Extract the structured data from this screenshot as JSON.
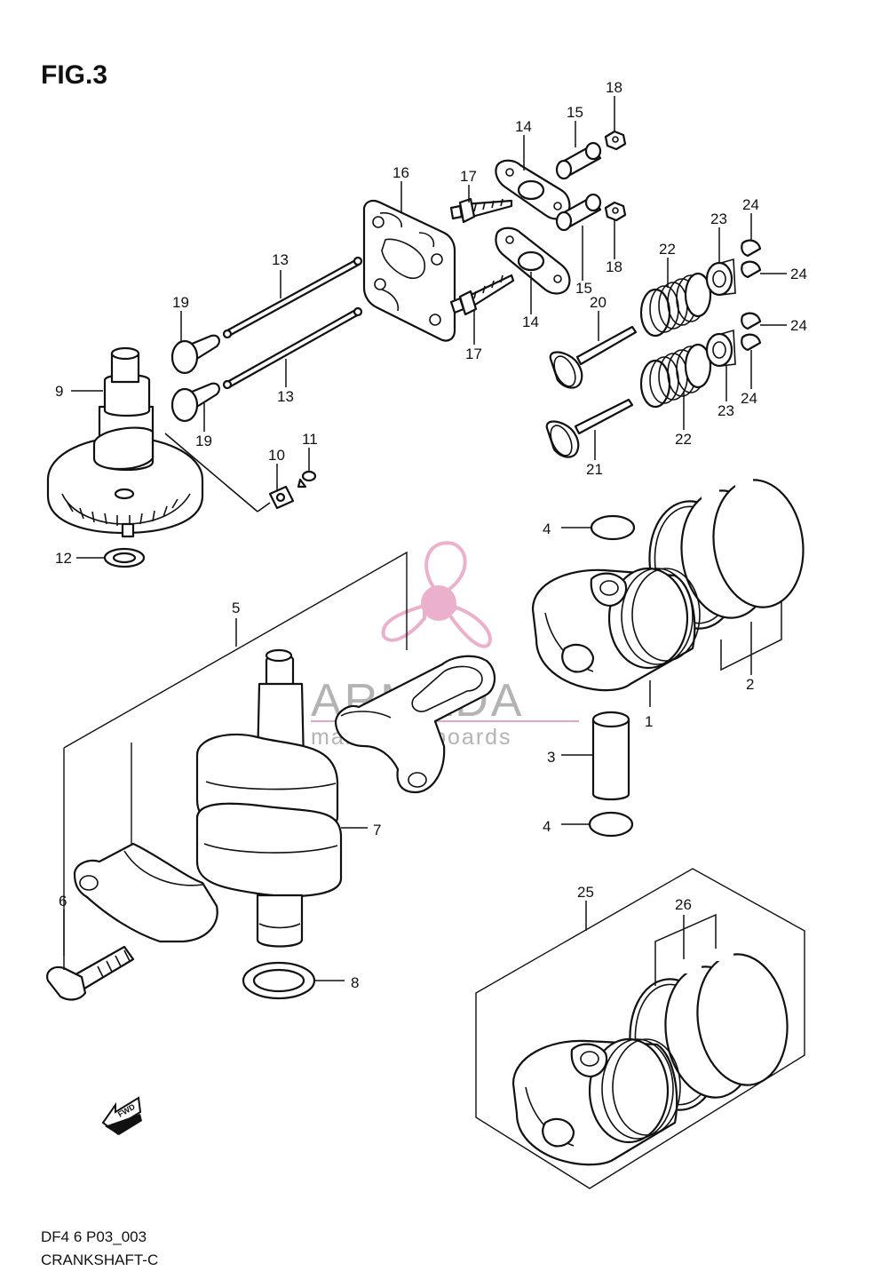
{
  "figure": {
    "title": "FIG.3"
  },
  "footer": {
    "model_code": "DF4 6 P03_003",
    "section_name": "CRANKSHAFT-C"
  },
  "watermark": {
    "brand": "ARMADA",
    "tagline": "marine outboards",
    "colors": {
      "logo": "#e8a4c4",
      "text": "#9a9a9a"
    }
  },
  "fwd_label": "FWD",
  "callouts": [
    {
      "id": "c1",
      "label": "1"
    },
    {
      "id": "c2",
      "label": "2"
    },
    {
      "id": "c3",
      "label": "3"
    },
    {
      "id": "c4a",
      "label": "4"
    },
    {
      "id": "c4b",
      "label": "4"
    },
    {
      "id": "c5",
      "label": "5"
    },
    {
      "id": "c6",
      "label": "6"
    },
    {
      "id": "c7",
      "label": "7"
    },
    {
      "id": "c8",
      "label": "8"
    },
    {
      "id": "c9",
      "label": "9"
    },
    {
      "id": "c10",
      "label": "10"
    },
    {
      "id": "c11",
      "label": "11"
    },
    {
      "id": "c12",
      "label": "12"
    },
    {
      "id": "c13a",
      "label": "13"
    },
    {
      "id": "c13b",
      "label": "13"
    },
    {
      "id": "c14a",
      "label": "14"
    },
    {
      "id": "c14b",
      "label": "14"
    },
    {
      "id": "c15a",
      "label": "15"
    },
    {
      "id": "c15b",
      "label": "15"
    },
    {
      "id": "c16",
      "label": "16"
    },
    {
      "id": "c17a",
      "label": "17"
    },
    {
      "id": "c17b",
      "label": "17"
    },
    {
      "id": "c18a",
      "label": "18"
    },
    {
      "id": "c18b",
      "label": "18"
    },
    {
      "id": "c19a",
      "label": "19"
    },
    {
      "id": "c19b",
      "label": "19"
    },
    {
      "id": "c20",
      "label": "20"
    },
    {
      "id": "c21",
      "label": "21"
    },
    {
      "id": "c22a",
      "label": "22"
    },
    {
      "id": "c22b",
      "label": "22"
    },
    {
      "id": "c23a",
      "label": "23"
    },
    {
      "id": "c23b",
      "label": "23"
    },
    {
      "id": "c24a",
      "label": "24"
    },
    {
      "id": "c24b",
      "label": "24"
    },
    {
      "id": "c24c",
      "label": "24"
    },
    {
      "id": "c24d",
      "label": "24"
    },
    {
      "id": "c25",
      "label": "25"
    },
    {
      "id": "c26",
      "label": "26"
    }
  ]
}
